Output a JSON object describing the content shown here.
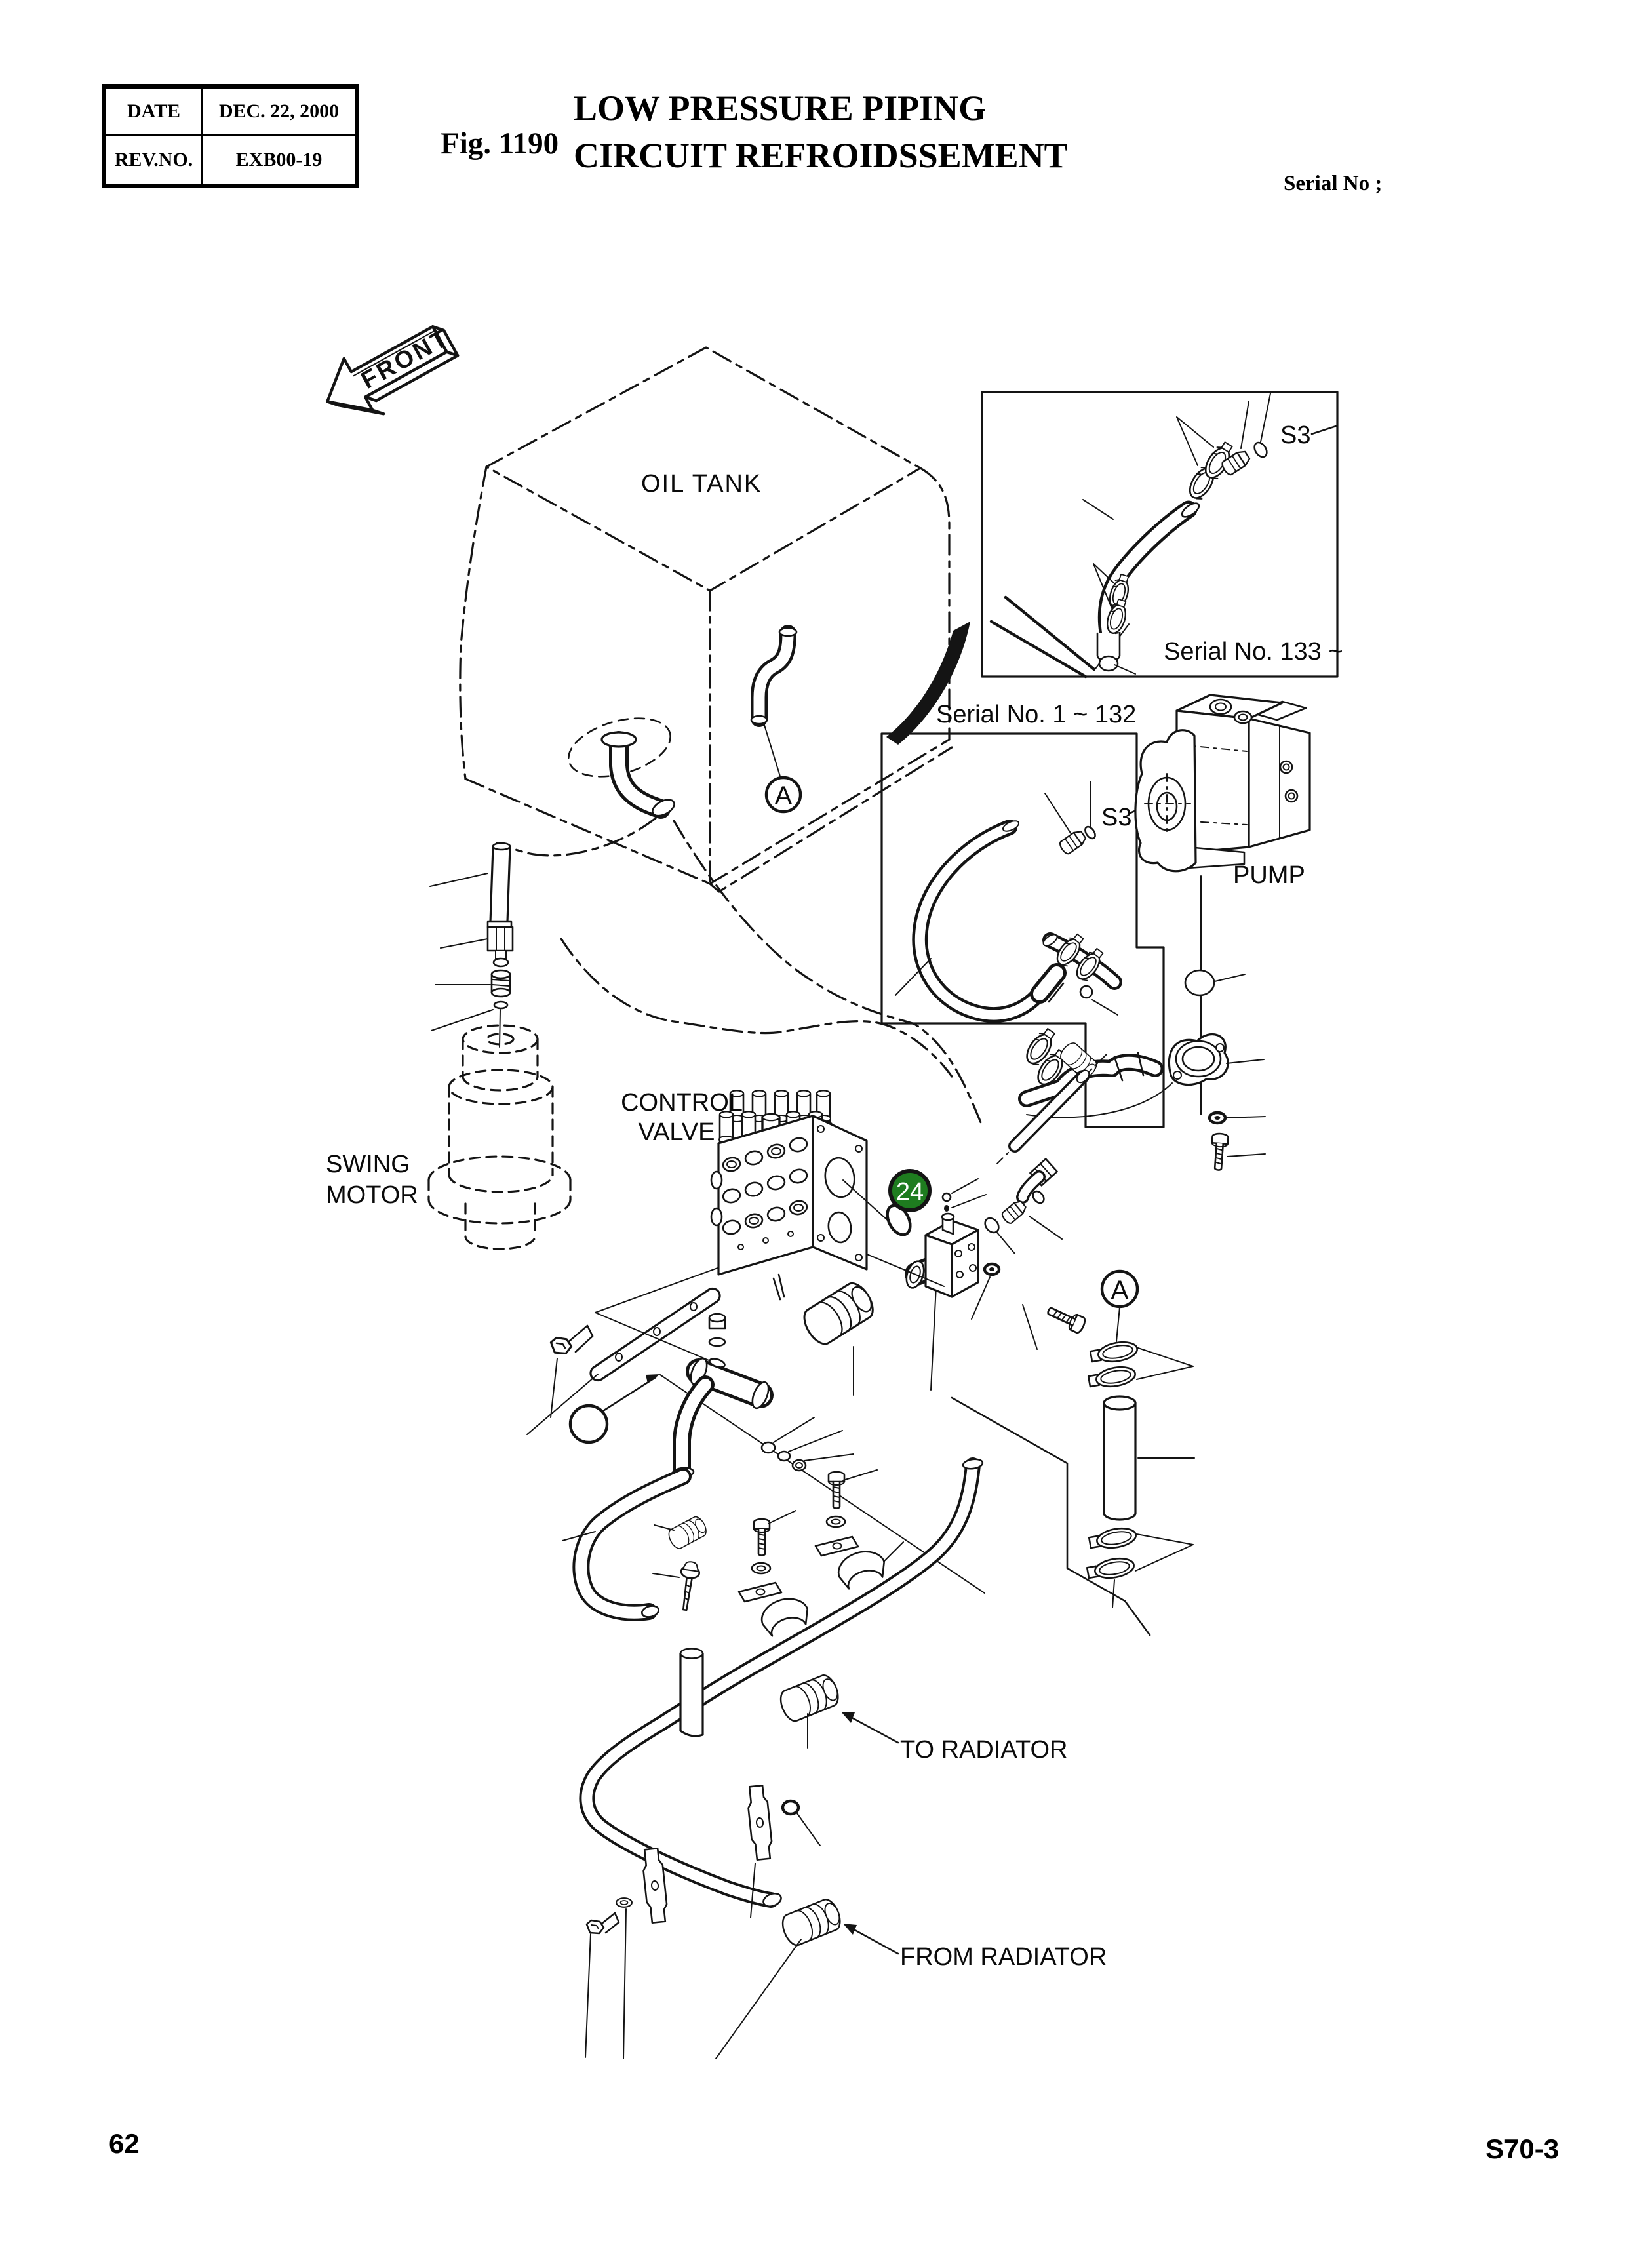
{
  "header": {
    "table": {
      "date_label": "DATE",
      "date_value": "DEC. 22, 2000",
      "rev_label": "REV.NO.",
      "rev_value": "EXB00-19"
    },
    "fig_label": "Fig. 1190",
    "title_line1": "LOW PRESSURE PIPING",
    "title_line2": "CIRCUIT REFROIDSSEMENT",
    "serial_note": "Serial No ;"
  },
  "diagram": {
    "front_arrow_label": "FRONT",
    "oil_tank_label": "OIL TANK",
    "pump_label": "PUMP",
    "swing_motor_label_line1": "SWING",
    "swing_motor_label_line2": "MOTOR",
    "control_valve_label_line1": "CONTROL",
    "control_valve_label_line2": "VALVE",
    "inset_serial_133": {
      "caption": "Serial No. 133 ~",
      "s3_label": "S3"
    },
    "inset_serial_1_132": {
      "caption": "Serial No. 1 ~ 132",
      "s3_label": "S3"
    },
    "to_radiator_label": "TO RADIATOR",
    "from_radiator_label": "FROM RADIATOR",
    "callout_24": {
      "number": "24",
      "color": "#1e7c1f"
    },
    "callout_a_tank": "A",
    "callout_a_return": "A"
  },
  "footer": {
    "page_number": "62",
    "doc_code": "S70-3"
  }
}
